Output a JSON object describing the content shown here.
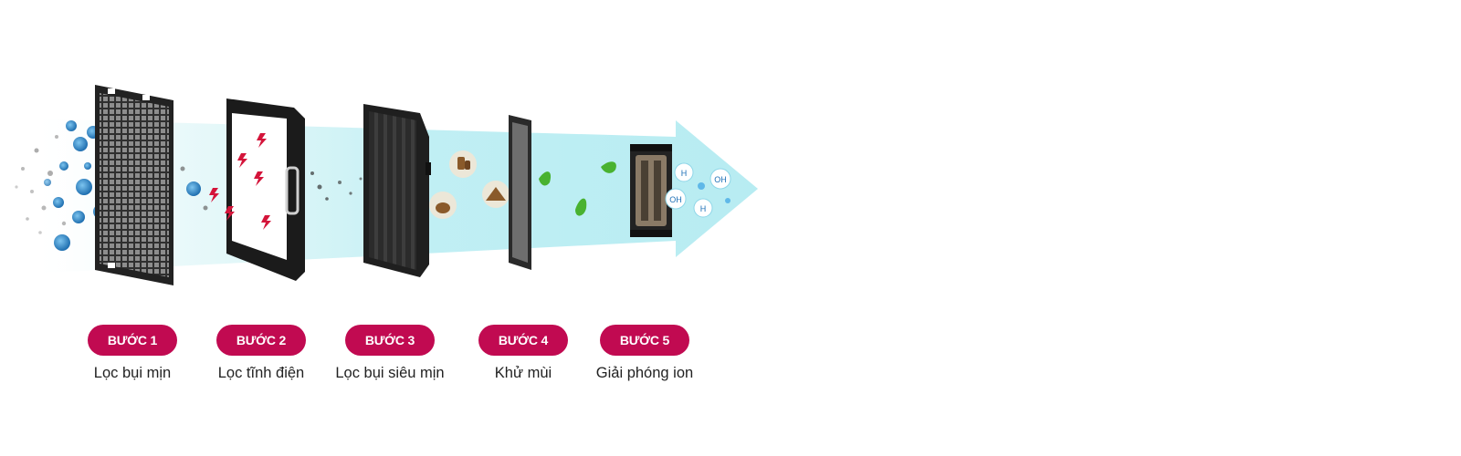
{
  "theme": {
    "badge_color": "#c10a51",
    "arrow_color": "#c9f1f6",
    "particle_color": "#2a86c6",
    "leaf_color": "#49b230",
    "spark_color": "#d4143a"
  },
  "illustration": {
    "ion_labels": [
      "H",
      "OH",
      "OH",
      "H"
    ]
  },
  "steps": [
    {
      "badge": "BƯỚC 1",
      "label": "Lọc bụi mịn",
      "icon": "fine-dust-filter-icon"
    },
    {
      "badge": "BƯỚC 2",
      "label": "Lọc tĩnh điện",
      "icon": "electrostatic-filter-icon"
    },
    {
      "badge": "BƯỚC 3",
      "label": "Lọc bụi siêu mịn",
      "icon": "ultra-fine-filter-icon"
    },
    {
      "badge": "BƯỚC 4",
      "label": "Khử mùi",
      "icon": "deodorizing-filter-icon"
    },
    {
      "badge": "BƯỚC 5",
      "label": "Giải phóng ion",
      "icon": "ionizer-icon"
    }
  ]
}
